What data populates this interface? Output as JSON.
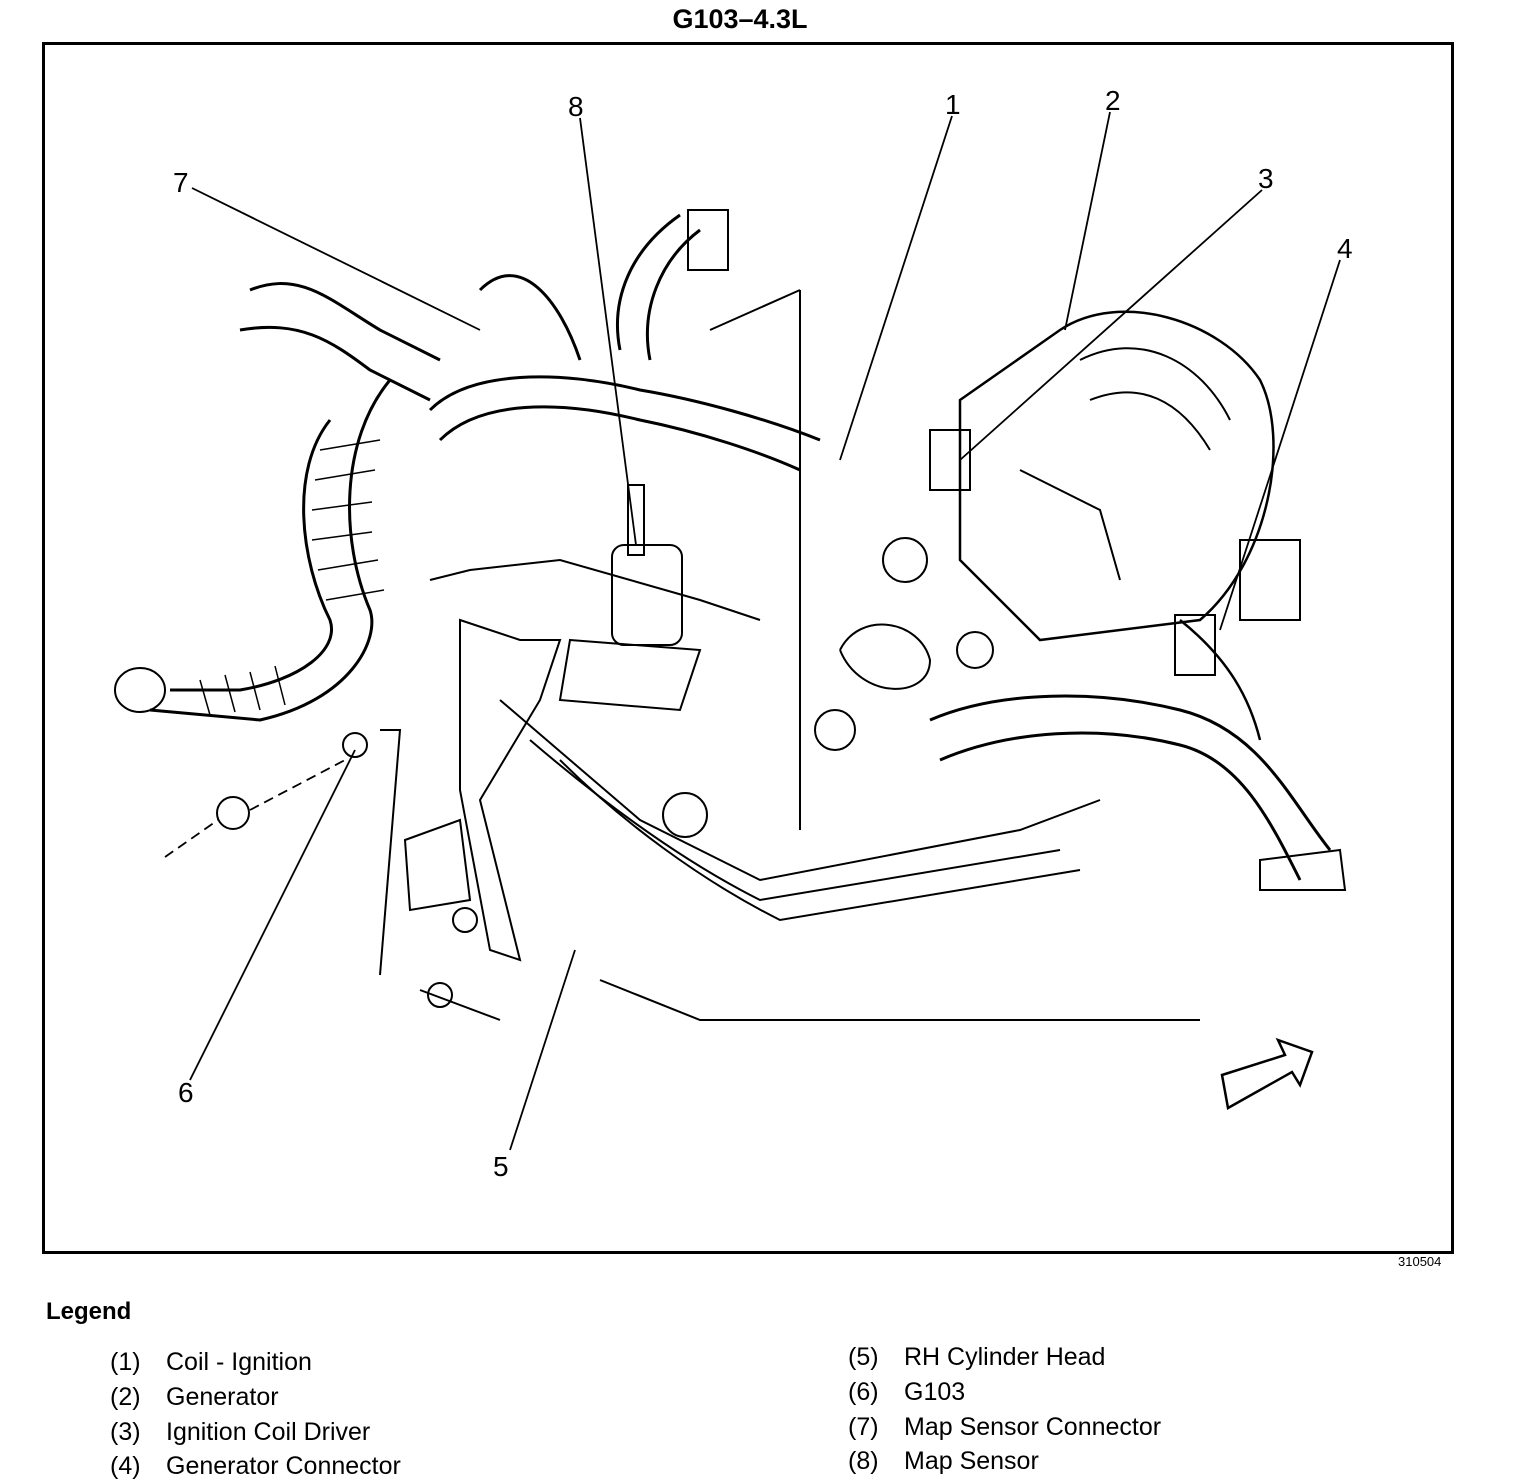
{
  "title": "G103–4.3L",
  "figure_code": "310504",
  "callouts": [
    "1",
    "2",
    "3",
    "4",
    "5",
    "6",
    "7",
    "8"
  ],
  "legend": {
    "heading": "Legend",
    "items": [
      {
        "num": "(1)",
        "label": "Coil - Ignition"
      },
      {
        "num": "(2)",
        "label": "Generator"
      },
      {
        "num": "(3)",
        "label": "Ignition Coil Driver"
      },
      {
        "num": "(4)",
        "label": "Generator Connector"
      },
      {
        "num": "(5)",
        "label": "RH Cylinder Head"
      },
      {
        "num": "(6)",
        "label": "G103"
      },
      {
        "num": "(7)",
        "label": "Map Sensor Connector"
      },
      {
        "num": "(8)",
        "label": "Map Sensor"
      }
    ]
  }
}
